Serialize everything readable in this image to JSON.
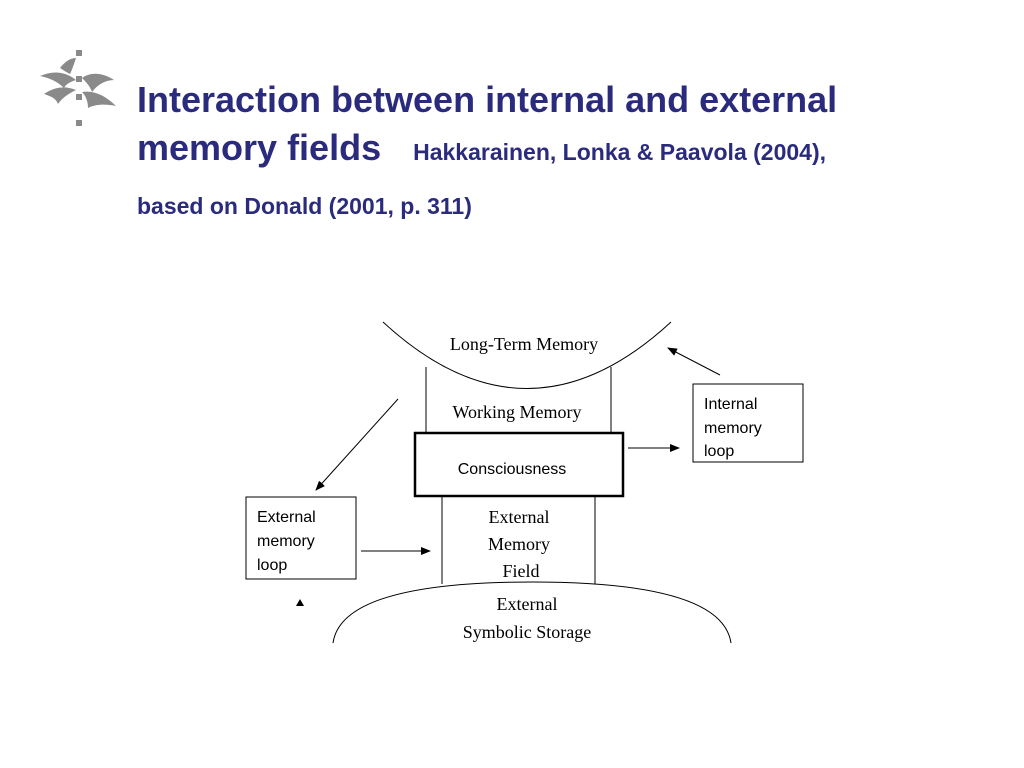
{
  "title": {
    "line1": "Interaction between internal and external",
    "line2": "memory fields",
    "citation": "Hakkarainen, Lonka & Paavola (2004),",
    "line3": "based on Donald (2001, p. 311)"
  },
  "logo": {
    "icon": "university-flame-logo-icon",
    "color": "#8a8a8a"
  },
  "diagram": {
    "long_term_memory": "Long-Term Memory",
    "working_memory": "Working Memory",
    "consciousness": "Consciousness",
    "internal_loop": [
      "Internal",
      "memory",
      "loop"
    ],
    "external_loop": [
      "External",
      "memory",
      "loop"
    ],
    "external_memory_field": [
      "External",
      "Memory",
      "Field"
    ],
    "external_symbolic_storage": [
      "External",
      "Symbolic Storage"
    ]
  },
  "colors": {
    "title": "#2b2b7e",
    "lines": "#000000"
  }
}
